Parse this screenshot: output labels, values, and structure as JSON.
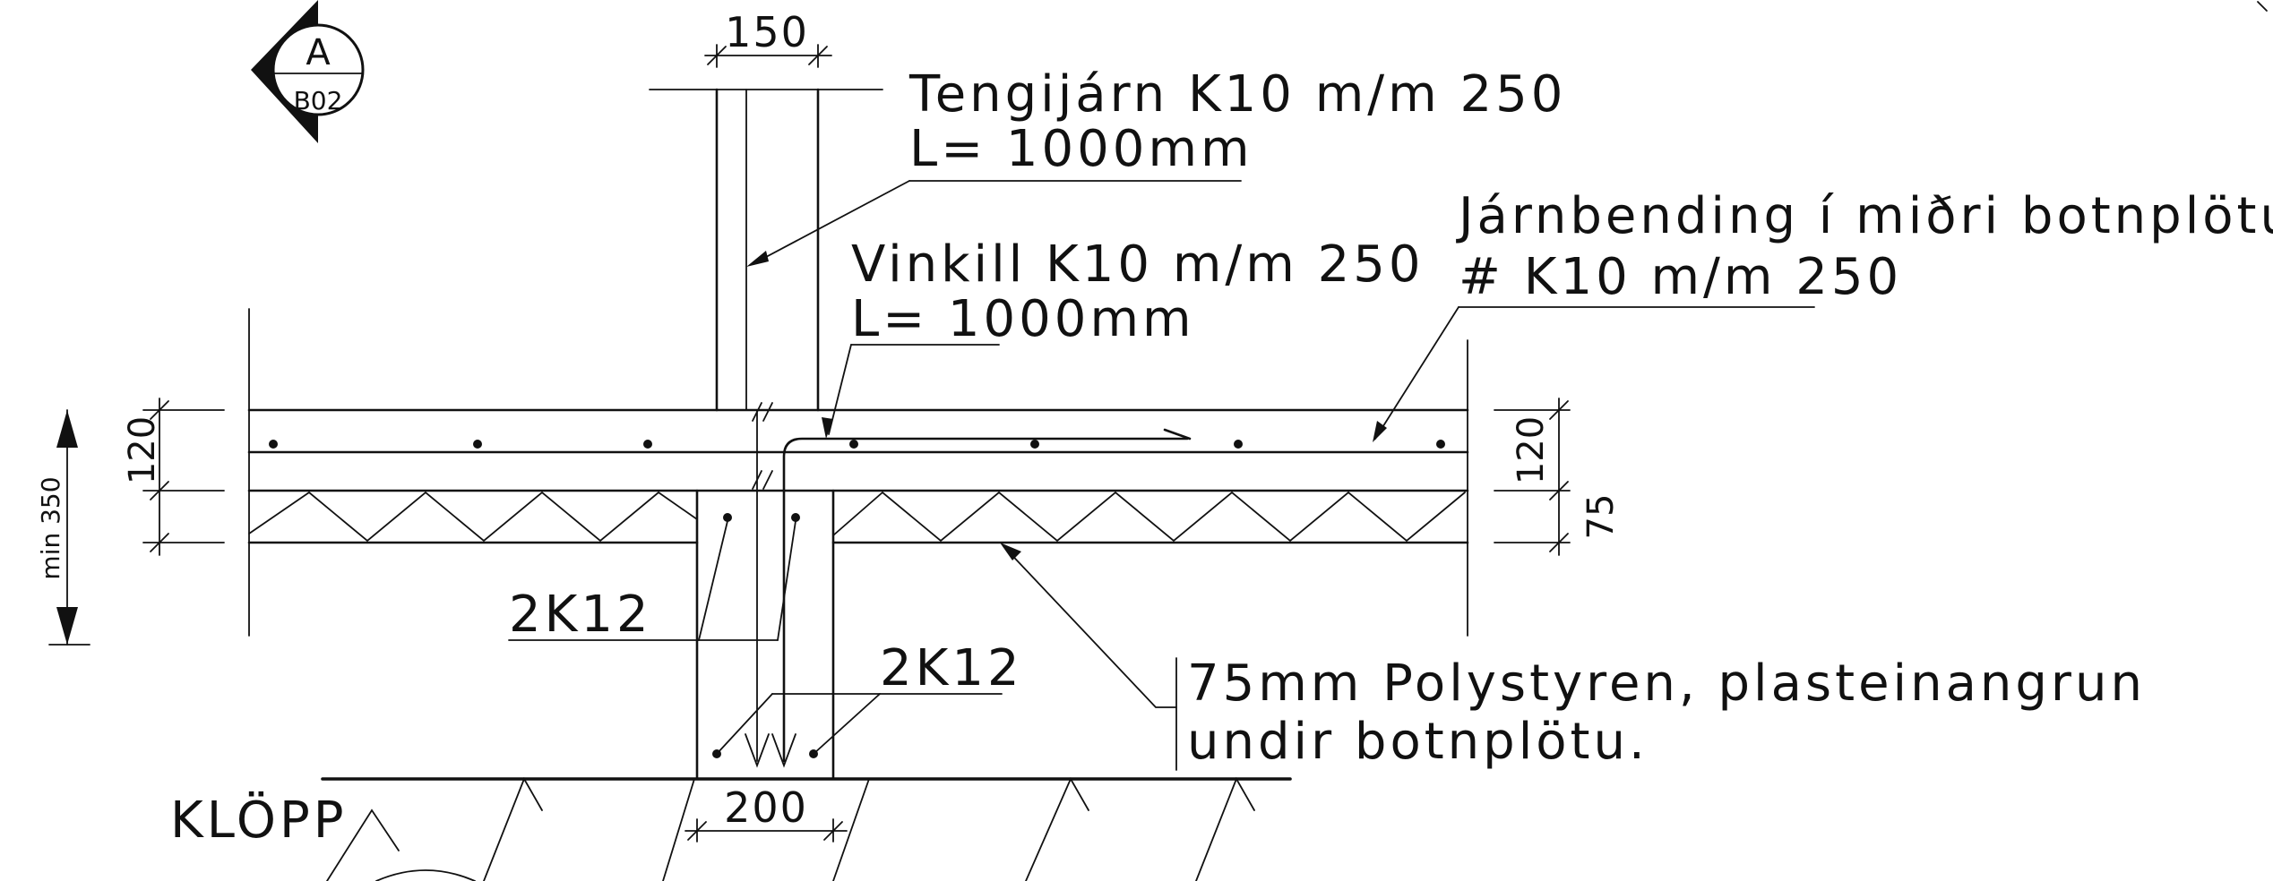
{
  "section_marker": {
    "letter": "A",
    "sheet": "B02"
  },
  "dimensions": {
    "wall_width": "150",
    "slab_thickness_left": "120",
    "slab_thickness_right": "120",
    "insulation_thickness": "75",
    "min_depth": "min 350",
    "footing_width": "200"
  },
  "annotations": {
    "dowel_line1": "Tengijárn K10 m/m 250",
    "dowel_line2": "L= 1000mm",
    "angle_line1": "Vinkill K10 m/m 250",
    "angle_line2": "L= 1000mm",
    "mesh_line1": "Járnbending í miðri botnplötu,",
    "mesh_line2": "# K10 m/m 250",
    "rebar_upper": "2K12",
    "rebar_lower": "2K12",
    "insulation_line1": "75mm Polystyren, plasteinangrun",
    "insulation_line2": "undir botnplötu.",
    "ground": "KLÖPP"
  }
}
